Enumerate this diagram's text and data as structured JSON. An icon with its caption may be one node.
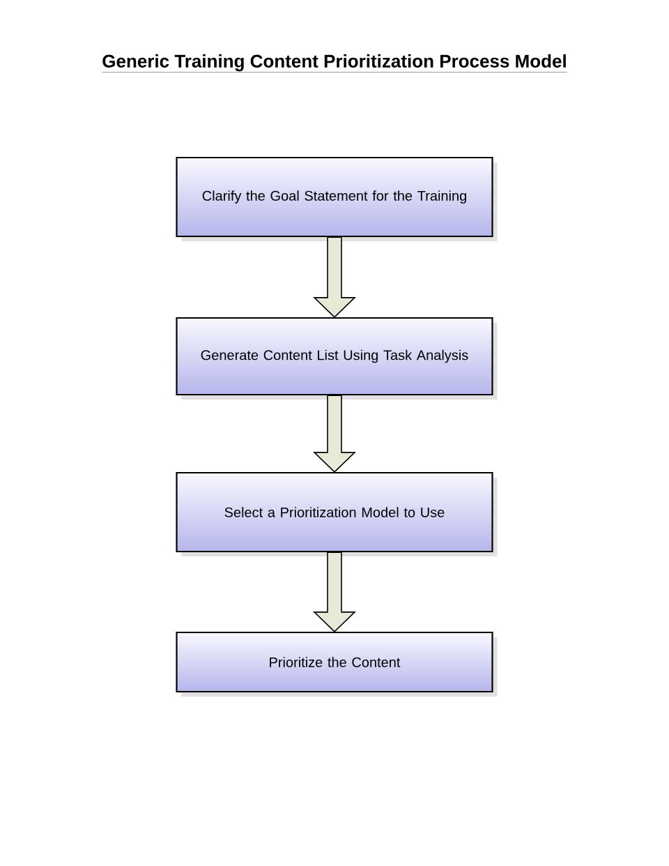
{
  "diagram": {
    "title": "Generic Training Content Prioritization Process Model",
    "nodes": [
      {
        "text": [
          "Clarify the Goal Statement for the Training"
        ]
      },
      {
        "text": [
          "Generate Content List Using Task Analysis"
        ]
      },
      {
        "text": [
          "Select a Prioritization Model to Use"
        ]
      },
      {
        "text": [
          "Prioritize the Content"
        ]
      }
    ],
    "edges": [
      {
        "from": 0,
        "to": 1,
        "arrow": "to"
      },
      {
        "from": 1,
        "to": 2,
        "arrow": "to"
      },
      {
        "from": 2,
        "to": 3,
        "arrow": "to"
      }
    ]
  }
}
